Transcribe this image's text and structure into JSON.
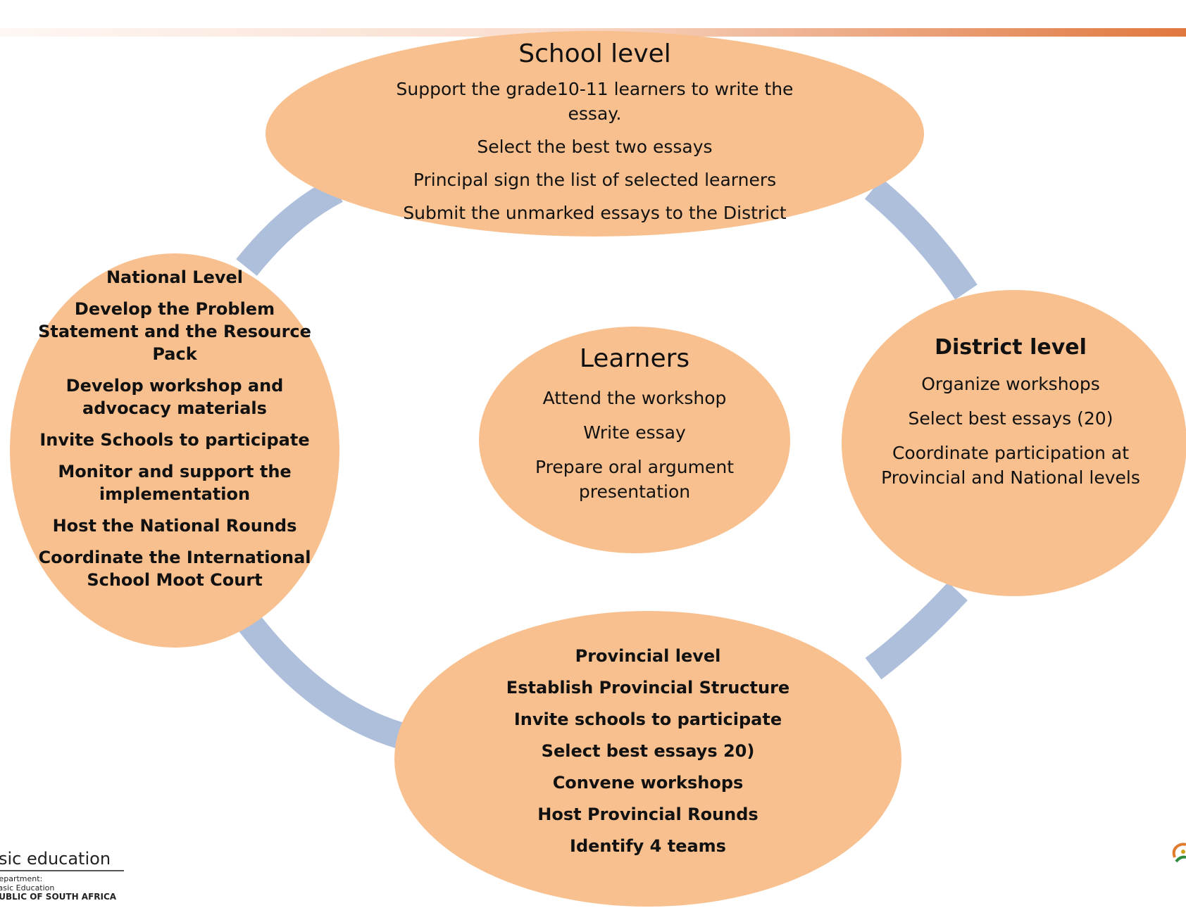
{
  "school": {
    "title": "School level",
    "items": [
      "Support the grade10-11 learners to write the essay.",
      "Select the best two essays",
      "Principal sign the list of selected learners",
      "Submit the unmarked essays to the District"
    ]
  },
  "national": {
    "title": "National Level",
    "items": [
      "Develop the Problem Statement and the Resource Pack",
      "Develop workshop and advocacy  materials",
      "Invite Schools to participate",
      "Monitor and support the implementation",
      "Host the National Rounds",
      "Coordinate the International School Moot Court"
    ]
  },
  "learners": {
    "title": "Learners",
    "items": [
      "Attend the workshop",
      "Write essay",
      "Prepare oral argument presentation"
    ]
  },
  "district": {
    "title": "District level",
    "items": [
      "Organize workshops",
      "Select best essays (20)",
      "Coordinate participation at Provincial  and National levels"
    ]
  },
  "provincial": {
    "title": "Provincial level",
    "items": [
      "Establish Provincial Structure",
      "Invite schools to participate",
      "Select best essays 20)",
      "Convene workshops",
      "Host Provincial Rounds",
      "Identify  4 teams"
    ]
  },
  "logo": {
    "brand": "basic education",
    "line1": "Department:",
    "line2": "Basic Education",
    "line3": "REPUBLIC OF SOUTH AFRICA"
  },
  "colors": {
    "node_fill": "#f8c08f",
    "arc": "#aebfdc",
    "accent_bar": "#e0783e"
  }
}
